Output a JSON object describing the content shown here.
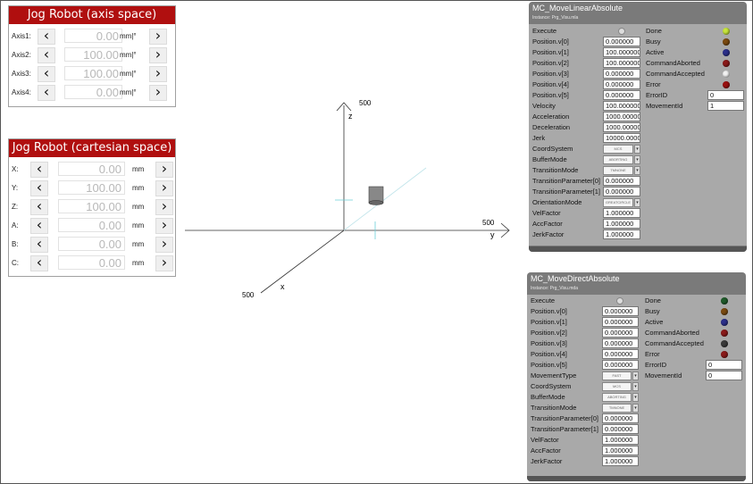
{
  "jog_axis": {
    "title": "Jog Robot (axis space)",
    "rows": [
      {
        "label": "Axis1:",
        "value": "0.00",
        "unit": "mm|°"
      },
      {
        "label": "Axis2:",
        "value": "100.00",
        "unit": "mm|°"
      },
      {
        "label": "Axis3:",
        "value": "100.00",
        "unit": "mm|°"
      },
      {
        "label": "Axis4:",
        "value": "0.00",
        "unit": "mm|°"
      }
    ]
  },
  "jog_cart": {
    "title": "Jog Robot (cartesian space)",
    "rows": [
      {
        "label": "X:",
        "value": "0.00",
        "unit": "mm"
      },
      {
        "label": "Y:",
        "value": "100.00",
        "unit": "mm"
      },
      {
        "label": "Z:",
        "value": "100.00",
        "unit": "mm"
      },
      {
        "label": "A:",
        "value": "0.00",
        "unit": "mm"
      },
      {
        "label": "B:",
        "value": "0.00",
        "unit": "mm"
      },
      {
        "label": "C:",
        "value": "0.00",
        "unit": "mm"
      }
    ]
  },
  "view3d": {
    "axis_z": "z",
    "axis_y": "y",
    "axis_x": "x",
    "z_max": "500",
    "y_max": "500",
    "x_max": "500"
  },
  "linear": {
    "title": "MC_MoveLinearAbsolute",
    "instance": "Instance: Prg_Visu.mla",
    "inputs": [
      {
        "label": "Execute",
        "kind": "exec"
      },
      {
        "label": "Position.v[0]",
        "value": "0.000000"
      },
      {
        "label": "Position.v[1]",
        "value": "100.000000"
      },
      {
        "label": "Position.v[2]",
        "value": "100.000000"
      },
      {
        "label": "Position.v[3]",
        "value": "0.000000"
      },
      {
        "label": "Position.v[4]",
        "value": "0.000000"
      },
      {
        "label": "Position.v[5]",
        "value": "0.000000"
      },
      {
        "label": "Velocity",
        "value": "100.000000"
      },
      {
        "label": "Acceleration",
        "value": "1000.00000"
      },
      {
        "label": "Deceleration",
        "value": "1000.00000"
      },
      {
        "label": "Jerk",
        "value": "10000.0000"
      },
      {
        "label": "CoordSystem",
        "drop": "MCS"
      },
      {
        "label": "BufferMode",
        "drop": "ABORTING"
      },
      {
        "label": "TransitionMode",
        "drop": "TMNONE"
      },
      {
        "label": "TransitionParameter[0]",
        "value": "0.000000"
      },
      {
        "label": "TransitionParameter[1]",
        "value": "0.000000"
      },
      {
        "label": "OrientationMode",
        "drop": "GREATCIRCLE"
      },
      {
        "label": "VelFactor",
        "value": "1.000000"
      },
      {
        "label": "AccFactor",
        "value": "1.000000"
      },
      {
        "label": "JerkFactor",
        "value": "1.000000"
      }
    ],
    "outputs": [
      {
        "label": "Done",
        "color": "#c8e63c"
      },
      {
        "label": "Busy",
        "color": "#7a4a10"
      },
      {
        "label": "Active",
        "color": "#2b2f8a"
      },
      {
        "label": "CommandAborted",
        "color": "#8a1a1a"
      },
      {
        "label": "CommandAccepted",
        "color": "#f2f2f2"
      },
      {
        "label": "Error",
        "color": "#9a1010"
      },
      {
        "label": "ErrorID",
        "value": "0"
      },
      {
        "label": "MovementId",
        "value": "1"
      }
    ]
  },
  "direct": {
    "title": "MC_MoveDirectAbsolute",
    "instance": "Instance: Prg_Visu.mda",
    "inputs": [
      {
        "label": "Execute",
        "kind": "exec"
      },
      {
        "label": "Position.v[0]",
        "value": "0.000000"
      },
      {
        "label": "Position.v[1]",
        "value": "0.000000"
      },
      {
        "label": "Position.v[2]",
        "value": "0.000000"
      },
      {
        "label": "Position.v[3]",
        "value": "0.000000"
      },
      {
        "label": "Position.v[4]",
        "value": "0.000000"
      },
      {
        "label": "Position.v[5]",
        "value": "0.000000"
      },
      {
        "label": "MovementType",
        "drop": "FAST"
      },
      {
        "label": "CoordSystem",
        "drop": "MCS"
      },
      {
        "label": "BufferMode",
        "drop": "ABORTING"
      },
      {
        "label": "TransitionMode",
        "drop": "TMNONE"
      },
      {
        "label": "TransitionParameter[0]",
        "value": "0.000000"
      },
      {
        "label": "TransitionParameter[1]",
        "value": "0.000000"
      },
      {
        "label": "VelFactor",
        "value": "1.000000"
      },
      {
        "label": "AccFactor",
        "value": "1.000000"
      },
      {
        "label": "JerkFactor",
        "value": "1.000000"
      }
    ],
    "outputs": [
      {
        "label": "Done",
        "color": "#1f5a2a"
      },
      {
        "label": "Busy",
        "color": "#7a4a10"
      },
      {
        "label": "Active",
        "color": "#2b2f8a"
      },
      {
        "label": "CommandAborted",
        "color": "#8a1a1a"
      },
      {
        "label": "CommandAccepted",
        "color": "#3a3a3a"
      },
      {
        "label": "Error",
        "color": "#8a1a1a"
      },
      {
        "label": "ErrorID",
        "value": "0"
      },
      {
        "label": "MovementId",
        "value": "0"
      }
    ]
  }
}
